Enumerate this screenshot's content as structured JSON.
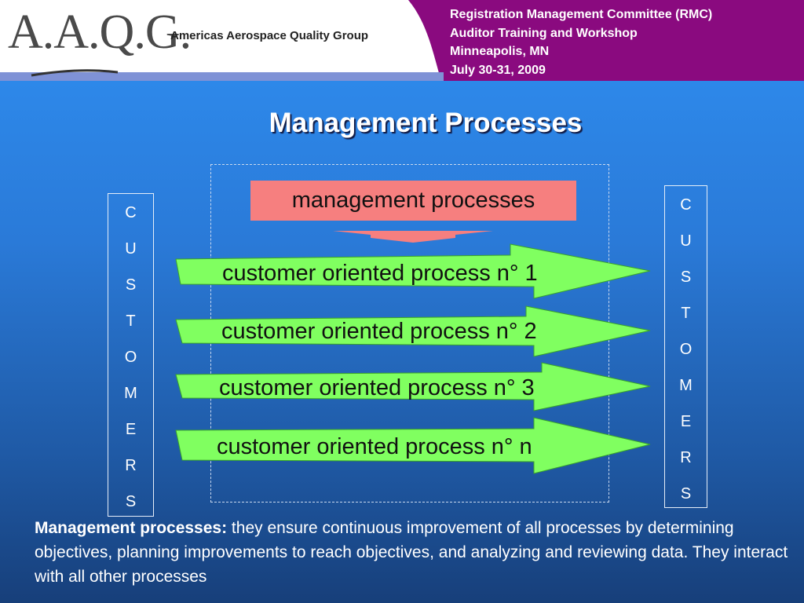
{
  "header": {
    "logo_text": "A.A.Q.G.",
    "org_name": "Americas Aerospace Quality Group",
    "event_lines": [
      "Registration Management Committee (RMC)",
      "Auditor Training and Workshop",
      "Minneapolis, MN",
      "July 30-31, 2009"
    ],
    "colors": {
      "purple": "#8a0a7f",
      "white_panel": "#ffffff"
    }
  },
  "slide": {
    "title": "Management Processes",
    "customers_letters": [
      "C",
      "U",
      "S",
      "T",
      "O",
      "M",
      "E",
      "R",
      "S"
    ],
    "management_box": "management processes",
    "processes": [
      "customer oriented process n° 1",
      "customer oriented process n° 2",
      "customer oriented process n° 3",
      "customer oriented process n° n"
    ],
    "description": {
      "term": "Management processes:",
      "text": " they ensure continuous improvement of all processes by determining objectives, planning improvements to reach objectives, and analyzing and reviewing data. They interact with all other processes"
    },
    "colors": {
      "arrow_fill": "#80ff60",
      "mgmt_fill": "#f67f7f",
      "background": "#2a7ad8"
    }
  }
}
